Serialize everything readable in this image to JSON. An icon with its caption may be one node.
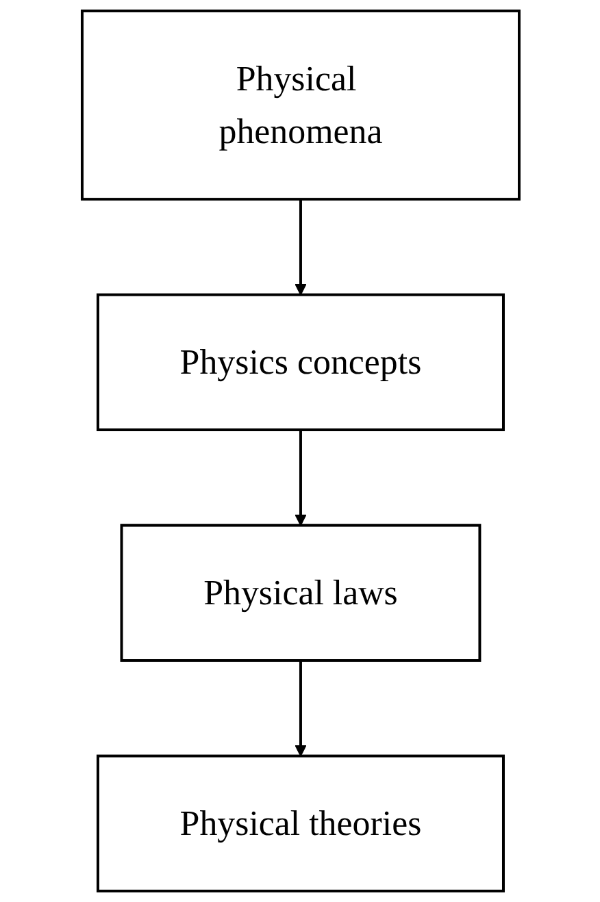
{
  "diagram": {
    "nodes": [
      {
        "text": [
          "Physical phenomena"
        ]
      },
      {
        "text": [
          "Physics concepts"
        ]
      },
      {
        "text": [
          "Physical laws"
        ]
      },
      {
        "text": [
          "Physical theories"
        ]
      }
    ],
    "edges": [
      {
        "from": 0,
        "to": 1,
        "arrow": "to"
      },
      {
        "from": 1,
        "to": 2,
        "arrow": "to"
      },
      {
        "from": 2,
        "to": 3,
        "arrow": "to"
      }
    ]
  }
}
